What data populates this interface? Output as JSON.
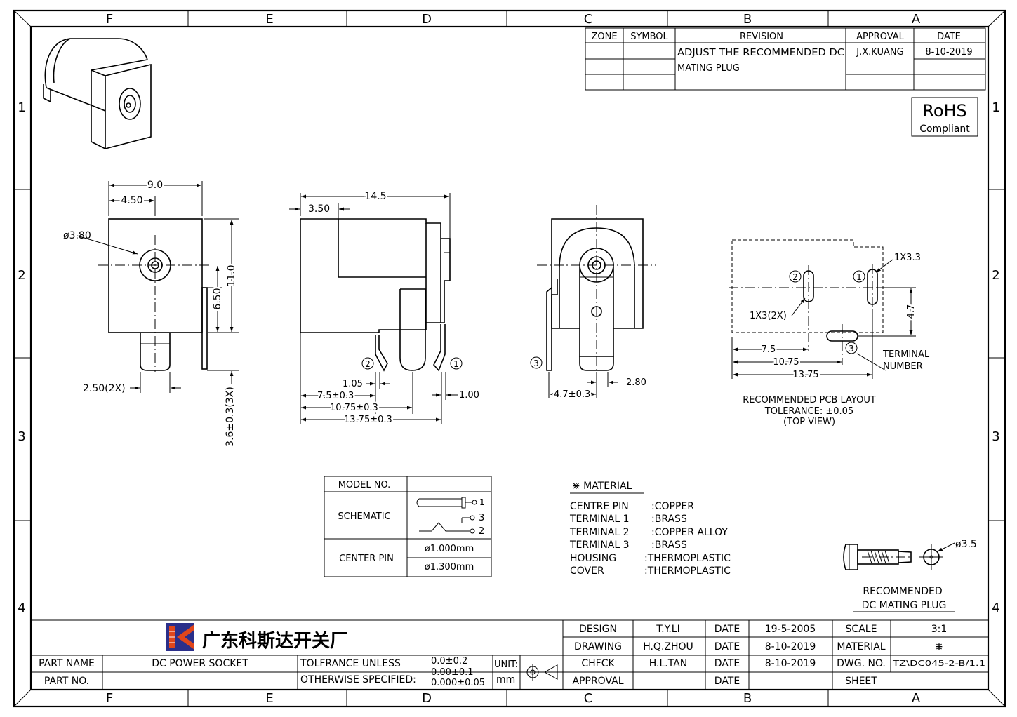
{
  "border": {
    "columns": [
      "F",
      "E",
      "D",
      "C",
      "B",
      "A"
    ],
    "rows": [
      "1",
      "2",
      "3",
      "4"
    ]
  },
  "revision": {
    "headers": [
      "ZONE",
      "SYMBOL",
      "REVISION",
      "APPROVAL",
      "DATE"
    ],
    "text_line1": "ADJUST THE RECOMMENDED DC",
    "text_line2": "MATING PLUG",
    "approval": "J.X.KUANG",
    "date": "8-10-2019"
  },
  "rohs": {
    "title": "RoHS",
    "subtitle": "Compliant"
  },
  "front_view": {
    "width": "9.0",
    "half_width": "4.50",
    "hole_dia": "ø3.80",
    "height": "11.0",
    "center_height": "6.50",
    "pin_width": "2.50(2X)",
    "pin_length": "3.6±0.3(3X)"
  },
  "side_view": {
    "length": "14.5",
    "offset": "3.50",
    "pin_thickness": "1.05",
    "dim_a": "7.5±0.3",
    "dim_b": "10.75±0.3",
    "dim_c": "13.75±0.3",
    "dim_d": "1.00",
    "callout_1": "1",
    "callout_2": "2"
  },
  "rear_view": {
    "dim_a": "4.7±0.3",
    "dim_b": "2.80",
    "callout_3": "3"
  },
  "pcb_layout": {
    "slot_1": "1X3.3",
    "slot_2": "1X3(2X)",
    "dim_v": "4.7",
    "dim_a": "7.5",
    "dim_b": "10.75",
    "dim_c": "13.75",
    "terminal_line1": "TERMINAL",
    "terminal_line2": "NUMBER",
    "caption_1": "RECOMMENDED PCB LAYOUT",
    "caption_2": "TOLERANCE: ±0.05",
    "caption_3": "(TOP VIEW)",
    "callout_1": "1",
    "callout_2": "2",
    "callout_3": "3"
  },
  "model_table": {
    "model_no": "MODEL NO.",
    "schematic": "SCHEMATIC",
    "center_pin": "CENTER PIN",
    "pin_1": "1",
    "pin_3": "3",
    "pin_2": "2",
    "dia_1": "ø1.000mm",
    "dia_2": "ø1.300mm"
  },
  "material": {
    "title": "⋇ MATERIAL",
    "items": [
      {
        "part": "CENTRE PIN",
        "value": ":COPPER"
      },
      {
        "part": "TERMINAL 1",
        "value": ":BRASS"
      },
      {
        "part": "TERMINAL 2",
        "value": ":COPPER ALLOY"
      },
      {
        "part": "TERMINAL 3",
        "value": ":BRASS"
      },
      {
        "part": "HOUSING",
        "value": ":THERMOPLASTIC"
      },
      {
        "part": "COVER",
        "value": ":THERMOPLASTIC"
      }
    ]
  },
  "mating_plug": {
    "dia": "ø3.5",
    "caption_1": "RECOMMENDED",
    "caption_2": "DC MATING PLUG"
  },
  "title_block": {
    "company": "广东科斯达开关厂",
    "brand_color": "#2b2f8a",
    "accent_color": "#e0461b",
    "part_name_label": "PART NAME",
    "part_name": "DC POWER SOCKET",
    "part_no_label": "PART NO.",
    "tol_label_1": "TOLFRANCE UNLESS",
    "tol_label_2": "OTHERWISE SPECIFIED:",
    "tol_1": "0.0±0.2",
    "tol_2": "0.00±0.1",
    "tol_3": "0.000±0.05",
    "unit_label": "UNIT:",
    "unit": "mm",
    "design_label": "DESIGN",
    "design_name": "T.Y.LI",
    "design_date": "19-5-2005",
    "drawing_label": "DRAWING",
    "drawing_name": "H.Q.ZHOU",
    "drawing_date": "8-10-2019",
    "check_label": "CHFCK",
    "check_name": "H.L.TAN",
    "check_date": "8-10-2019",
    "approval_label": "APPROVAL",
    "date_label": "DATE",
    "scale_label": "SCALE",
    "scale": "3:1",
    "material_label": "MATERIAL",
    "material": "⋇",
    "dwg_label": "DWG. NO.",
    "dwg": "TZ\\DC045-2-B/1.1",
    "sheet_label": "SHEET"
  }
}
